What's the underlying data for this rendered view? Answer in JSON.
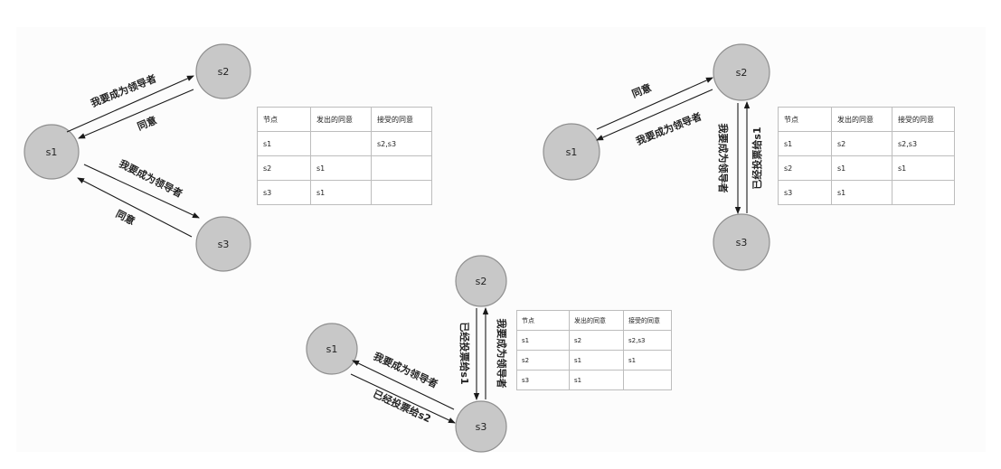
{
  "diagrams": [
    {
      "nodes": [
        {
          "id": "s1",
          "label": "s1"
        },
        {
          "id": "s2",
          "label": "s2"
        },
        {
          "id": "s3",
          "label": "s3"
        }
      ],
      "edges": [
        {
          "label": "我要成为领导者"
        },
        {
          "label": "同意"
        },
        {
          "label": "我要成为领导者"
        },
        {
          "label": "同意"
        }
      ],
      "table": {
        "headers": [
          "节点",
          "发出的同意",
          "接受的同意"
        ],
        "rows": [
          [
            "s1",
            "",
            "s2,s3"
          ],
          [
            "s2",
            "s1",
            ""
          ],
          [
            "s3",
            "s1",
            ""
          ]
        ]
      }
    },
    {
      "nodes": [
        {
          "id": "s1",
          "label": "s1"
        },
        {
          "id": "s2",
          "label": "s2"
        },
        {
          "id": "s3",
          "label": "s3"
        }
      ],
      "edges": [
        {
          "label": "同意"
        },
        {
          "label": "我要成为领导者"
        },
        {
          "label": "我要成为领导者"
        },
        {
          "label": "已经投票给s1"
        }
      ],
      "table": {
        "headers": [
          "节点",
          "发出的同意",
          "接受的同意"
        ],
        "rows": [
          [
            "s1",
            "s2",
            "s2,s3"
          ],
          [
            "s2",
            "s1",
            "s1"
          ],
          [
            "s3",
            "s1",
            ""
          ]
        ]
      }
    },
    {
      "nodes": [
        {
          "id": "s1",
          "label": "s1"
        },
        {
          "id": "s2",
          "label": "s2"
        },
        {
          "id": "s3",
          "label": "s3"
        }
      ],
      "edges": [
        {
          "label": "已经投票给s1"
        },
        {
          "label": "我要成为领导者"
        },
        {
          "label": "我要成为领导者"
        },
        {
          "label": "已经投票给s2"
        }
      ],
      "table": {
        "headers": [
          "节点",
          "发出的同意",
          "接受的同意"
        ],
        "rows": [
          [
            "s1",
            "s2",
            "s2,s3"
          ],
          [
            "s2",
            "s1",
            "s1"
          ],
          [
            "s3",
            "s1",
            ""
          ]
        ]
      }
    }
  ],
  "colors": {
    "node_fill": "#c8c8c8",
    "node_stroke": "#8f8f8f",
    "line": "#1a1a1a",
    "table_border": "#bdbdbd"
  }
}
